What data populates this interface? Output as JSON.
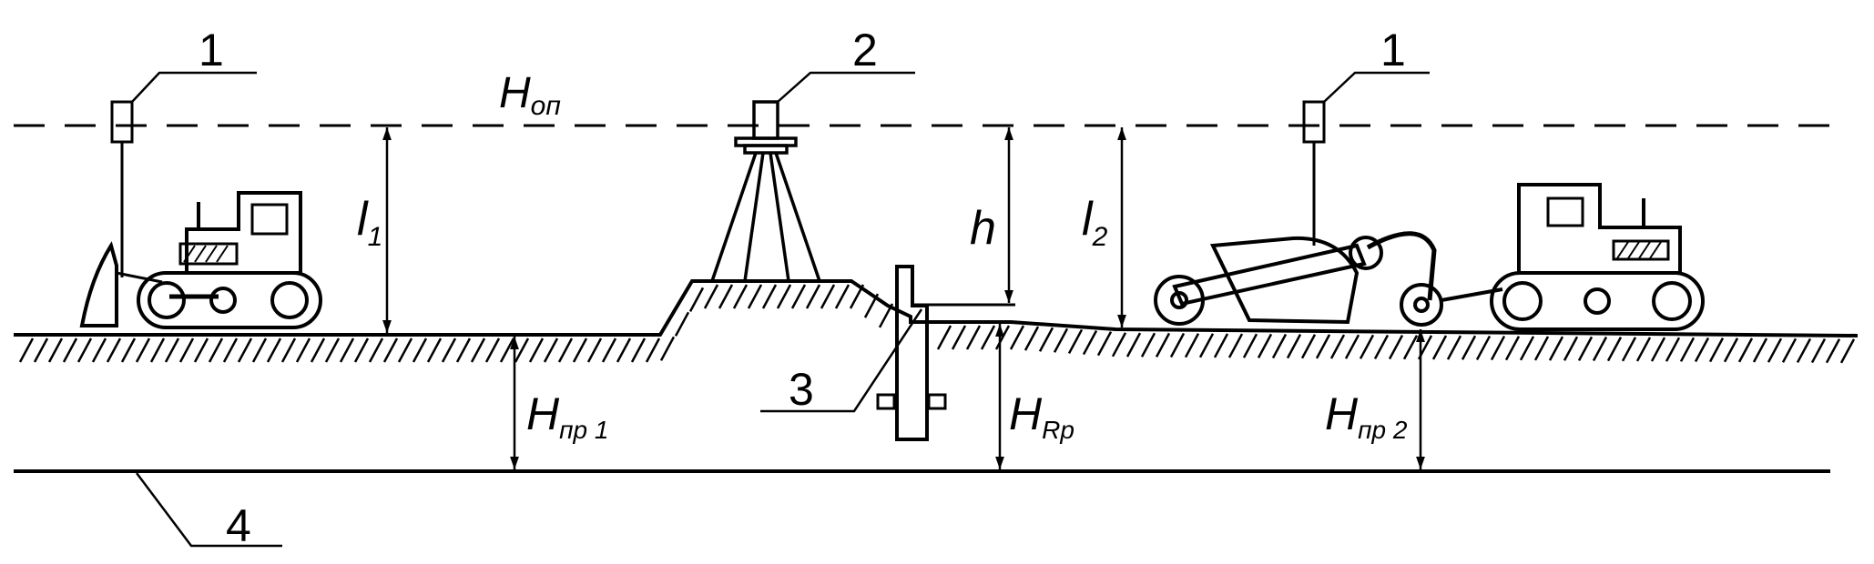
{
  "labels": {
    "laser_receiver_left": "1",
    "laser_level": "2",
    "benchmark": "3",
    "laser_receiver_right": "1",
    "design_surface": "4"
  },
  "dimensions": {
    "reference_plane": {
      "main": "H",
      "sub": "оп"
    },
    "l1": {
      "main": "l",
      "sub": "1"
    },
    "h": {
      "main": "h",
      "sub": ""
    },
    "l2": {
      "main": "l",
      "sub": "2"
    },
    "cut_depth_1": {
      "main": "H",
      "sub": "пр 1"
    },
    "benchmark_height": {
      "main": "H",
      "sub": "Rp"
    },
    "cut_depth_2": {
      "main": "H",
      "sub": "пр 2"
    }
  },
  "colors": {
    "ink": "#000000",
    "background": "#ffffff"
  }
}
